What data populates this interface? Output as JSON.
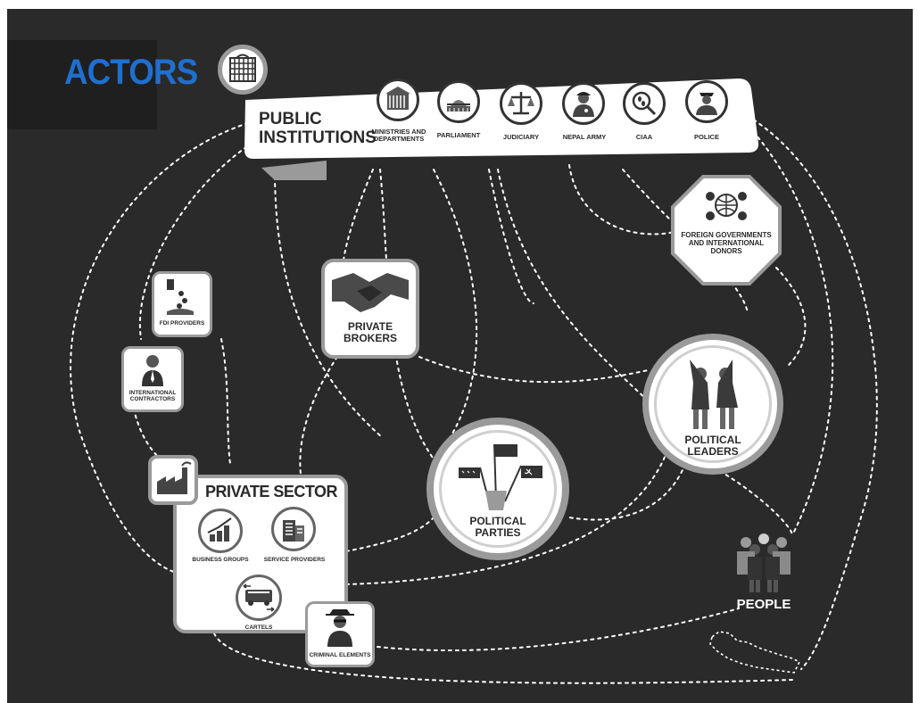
{
  "title": "ACTORS",
  "public": {
    "label_line1": "PUBLIC",
    "label_line2": "INSTITUTIONS",
    "items": [
      {
        "label_line1": "MINISTRIES AND",
        "label_line2": "DEPARTMENTS",
        "icon": "ministry-building-icon"
      },
      {
        "label_line1": "PARLIAMENT",
        "label_line2": "",
        "icon": "parliament-icon"
      },
      {
        "label_line1": "JUDICIARY",
        "label_line2": "",
        "icon": "scales-icon"
      },
      {
        "label_line1": "NEPAL ARMY",
        "label_line2": "",
        "icon": "soldier-icon"
      },
      {
        "label_line1": "CIAA",
        "label_line2": "",
        "icon": "footprint-magnifier-icon"
      },
      {
        "label_line1": "POLICE",
        "label_line2": "",
        "icon": "police-officer-icon"
      }
    ]
  },
  "foreign": {
    "line1": "FOREIGN GOVERNMENTS",
    "line2": "AND INTERNATIONAL",
    "line3": "DONORS"
  },
  "fdi": {
    "label": "FDI PROVIDERS"
  },
  "contractors": {
    "line1": "INTERNATIONAL",
    "line2": "CONTRACTORS"
  },
  "brokers": {
    "line1": "PRIVATE",
    "line2": "BROKERS"
  },
  "leaders": {
    "line1": "POLITICAL",
    "line2": "LEADERS"
  },
  "parties": {
    "line1": "POLITICAL",
    "line2": "PARTIES"
  },
  "private_sector": {
    "title": "PRIVATE SECTOR",
    "business": "BUSINESS GROUPS",
    "service": "SERVICE PROVIDERS",
    "cartels": "CARTELS"
  },
  "criminal": {
    "label": "CRIMINAL ELEMENTS"
  },
  "people": {
    "label": "PEOPLE"
  },
  "colors": {
    "background": "#2a2a2a",
    "accent": "#1f6fcf",
    "card": "#ffffff",
    "frame": "#9a9a9a"
  }
}
